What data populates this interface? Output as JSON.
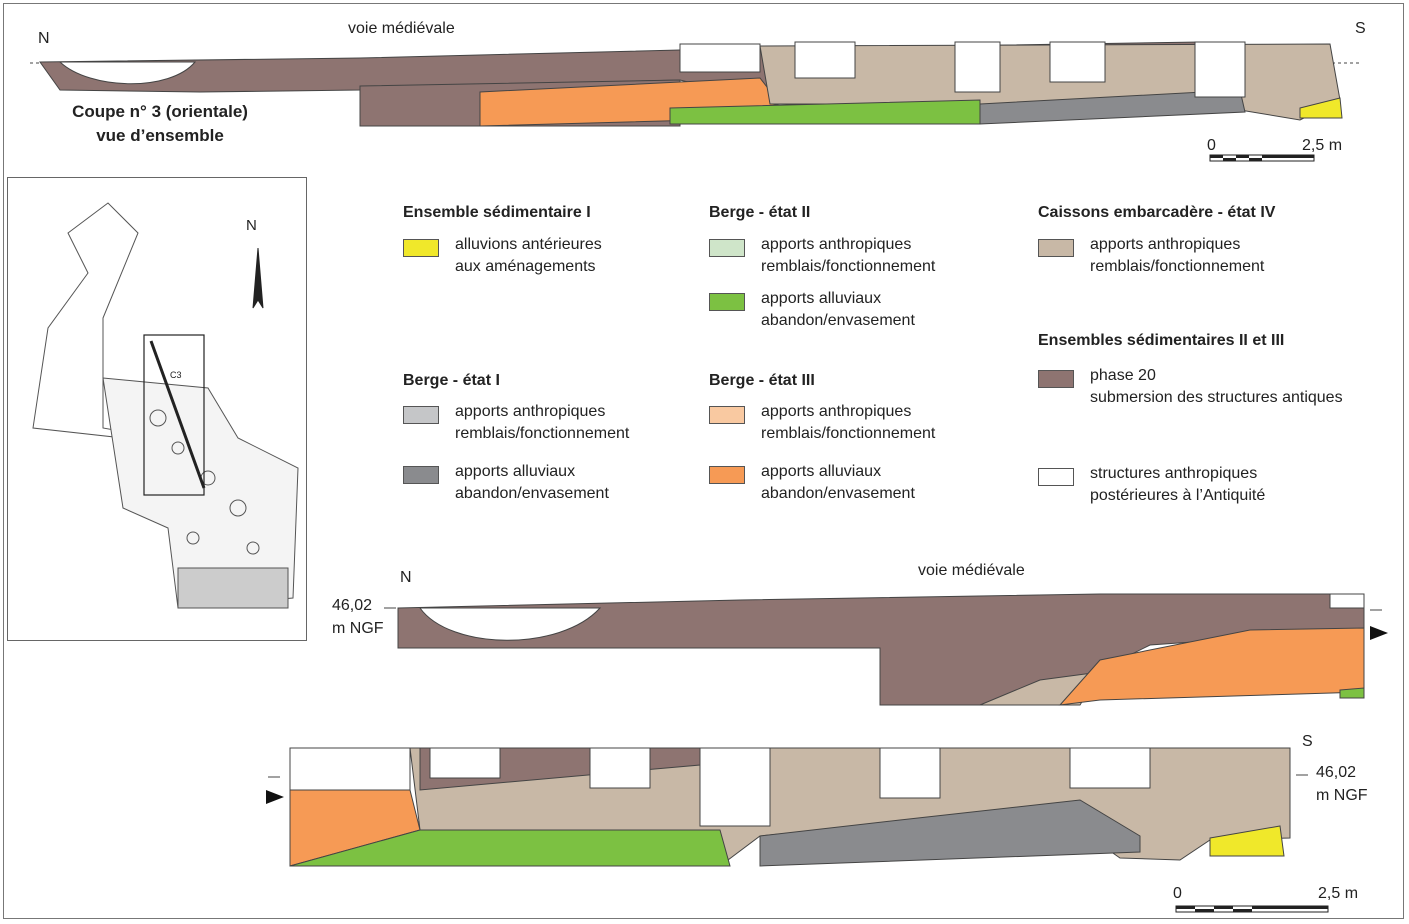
{
  "title": {
    "line1": "Coupe n° 3 (orientale)",
    "line2": "vue d’ensemble"
  },
  "top_section": {
    "north": "N",
    "south": "S",
    "road_label": "voie médiévale"
  },
  "scale_top": {
    "zero": "0",
    "max": "2,5 m"
  },
  "inset_map": {
    "north": "N",
    "section_label": "C3"
  },
  "legend": {
    "groups": [
      {
        "title": "Ensemble sédimentaire I",
        "items": [
          {
            "line1": "alluvions antérieures",
            "line2": "aux aménagements",
            "color": "#f0e82a"
          }
        ]
      },
      {
        "title": "Berge - état II",
        "items": [
          {
            "line1": "apports anthropiques",
            "line2": "remblais/fonctionnement",
            "color": "#cfe5c9"
          },
          {
            "line1": "apports alluviaux",
            "line2": "abandon/envasement",
            "color": "#7cc142"
          }
        ]
      },
      {
        "title": "Caissons embarcadère - état IV",
        "items": [
          {
            "line1": "apports anthropiques",
            "line2": "remblais/fonctionnement",
            "color": "#c8b8a6"
          }
        ]
      },
      {
        "title": "Berge - état I",
        "items": [
          {
            "line1": "apports anthropiques",
            "line2": "remblais/fonctionnement",
            "color": "#c5c6c8"
          },
          {
            "line1": "apports alluviaux",
            "line2": "abandon/envasement",
            "color": "#8a8b8e"
          }
        ]
      },
      {
        "title": "Berge - état III",
        "items": [
          {
            "line1": "apports anthropiques",
            "line2": "remblais/fonctionnement",
            "color": "#f9c9a1"
          },
          {
            "line1": "apports alluviaux",
            "line2": "abandon/envasement",
            "color": "#f69a55"
          }
        ]
      },
      {
        "title": "Ensembles sédimentaires II et III",
        "items": [
          {
            "line1": "phase 20",
            "line2": "submersion des structures antiques",
            "color": "#8e7471"
          },
          {
            "line1": "structures anthropiques",
            "line2": "postérieures à l’Antiquité",
            "color": "#ffffff"
          }
        ]
      }
    ]
  },
  "bottom_section_1": {
    "north": "N",
    "road_label": "voie médiévale",
    "elev_value": "46,02",
    "elev_unit": "m NGF"
  },
  "bottom_section_2": {
    "south": "S",
    "elev_value": "46,02",
    "elev_unit": "m NGF"
  },
  "scale_bottom": {
    "zero": "0",
    "max": "2,5 m"
  },
  "colors": {
    "brown": "#8e7471",
    "tan": "#c8b8a6",
    "grey": "#8a8b8e",
    "orange": "#f69a55",
    "green": "#7cc142",
    "yellow": "#f0e82a",
    "outline": "#444444"
  }
}
